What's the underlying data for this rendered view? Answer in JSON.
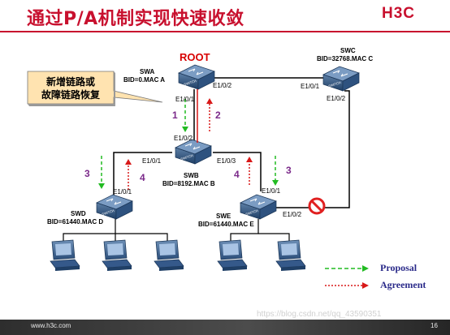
{
  "header": {
    "title": "通过P/A机制实现快速收敛",
    "logo": "H3C"
  },
  "callout": {
    "line1": "新增链路或",
    "line2": "故障链路恢复"
  },
  "root_label": "ROOT",
  "devices": {
    "swa": {
      "name": "SWA",
      "bid": "BID=0.MAC  A",
      "ports": [
        "E1/0/2",
        "E1/0/1"
      ]
    },
    "swb": {
      "name": "SWB",
      "bid": "BID=8192.MAC  B",
      "ports": [
        "E1/0/2",
        "E1/0/1",
        "E1/0/3"
      ]
    },
    "swc": {
      "name": "SWC",
      "bid": "BID=32768.MAC  C",
      "ports": [
        "E1/0/1",
        "E1/0/2"
      ]
    },
    "swd": {
      "name": "SWD",
      "bid": "BID=61440.MAC  D",
      "ports": [
        "E1/0/1"
      ]
    },
    "swe": {
      "name": "SWE",
      "bid": "BID=61440.MAC  E",
      "ports": [
        "E1/0/1",
        "E1/0/2"
      ]
    }
  },
  "switch_label": "SWITCH",
  "steps": [
    "1",
    "2",
    "3",
    "4",
    "4",
    "3"
  ],
  "legend": {
    "proposal": "Proposal",
    "agreement": "Agreement"
  },
  "colors": {
    "proposal": "#22bb22",
    "agreement": "#d81818",
    "title": "#c8102e",
    "block": "#e02020"
  },
  "icons": [
    "switch-icon",
    "pc-icon",
    "blocked-port-icon"
  ],
  "footer": {
    "url": "www.h3c.com",
    "page": "16"
  },
  "watermark": "https://blog.csdn.net/qq_43590351"
}
